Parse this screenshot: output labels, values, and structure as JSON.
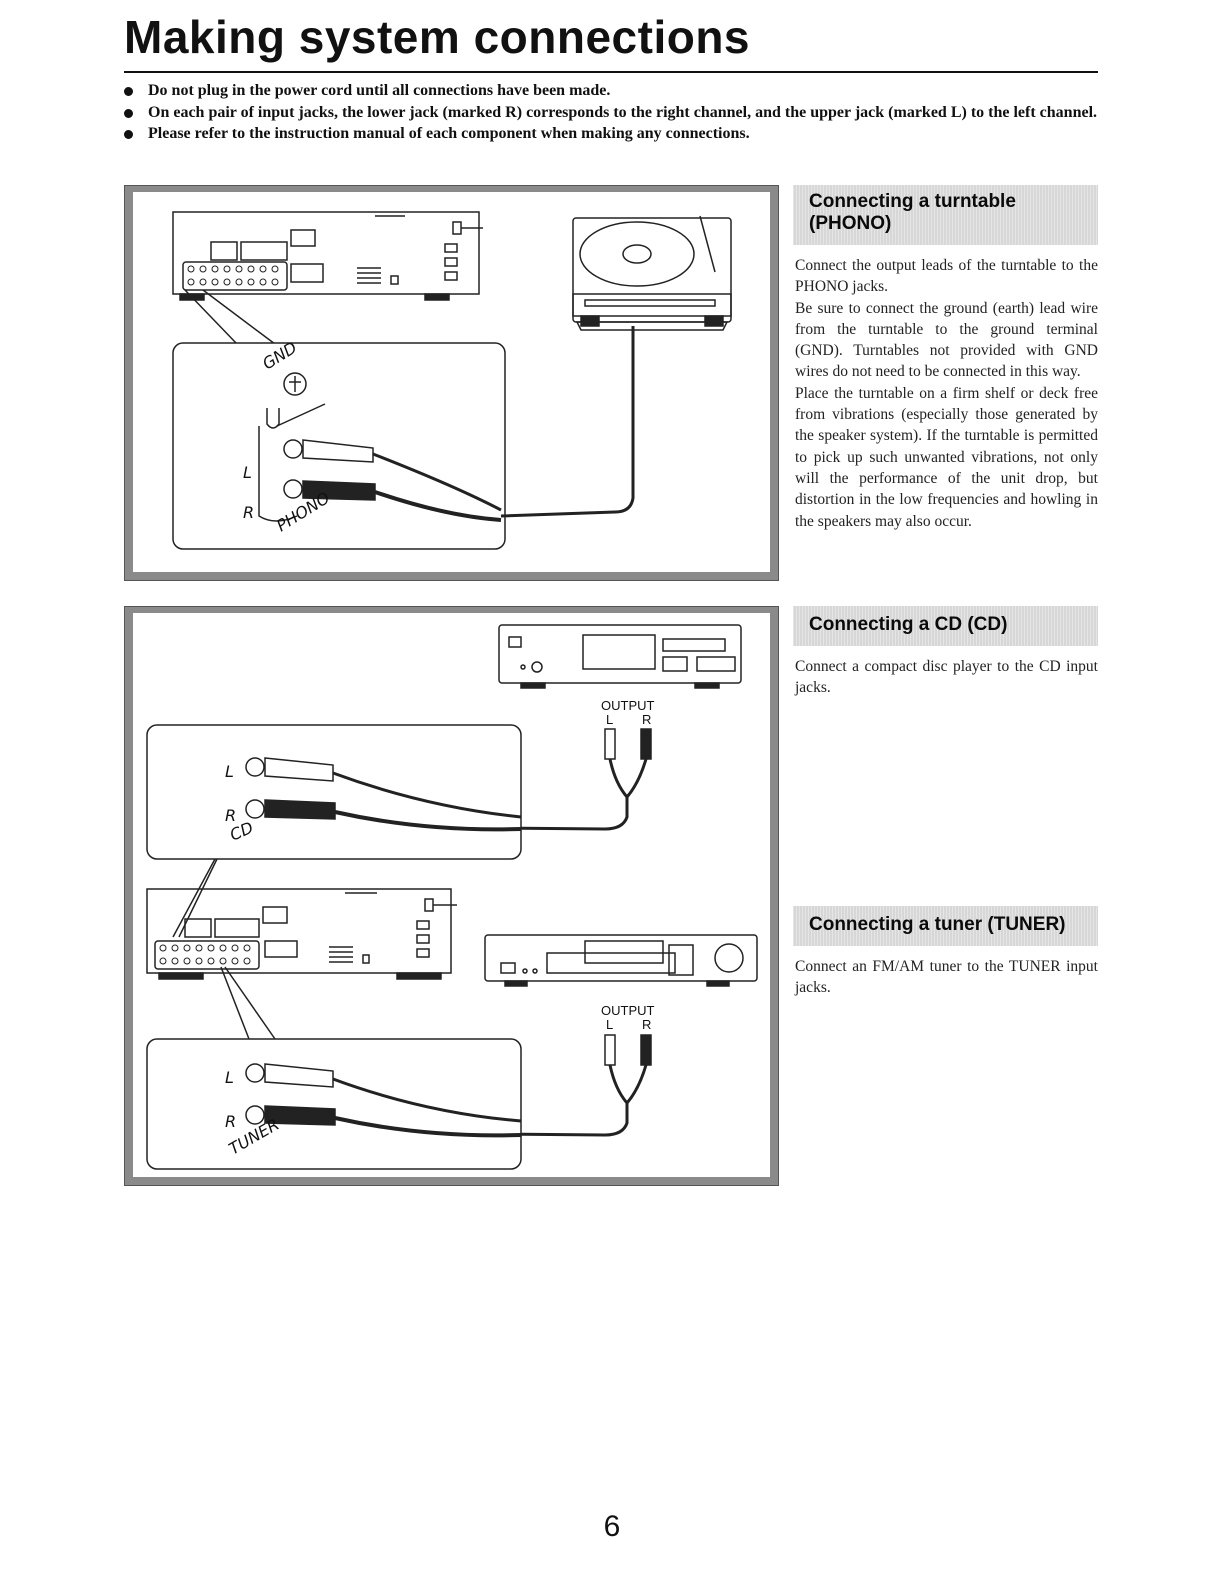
{
  "page": {
    "title": "Making system connections",
    "bullets": [
      "Do not plug in the power cord until all connections have been made.",
      "On each pair of input jacks, the lower jack (marked R) corresponds to the right channel, and the upper jack (marked L) to the left channel.",
      "Please refer to the instruction manual of each component when making any connections."
    ],
    "page_number": "6"
  },
  "sections": [
    {
      "heading": "Connecting a turntable (PHONO)",
      "paragraphs": [
        "Connect the output leads of the turntable to the PHONO jacks.",
        "Be sure to connect the ground (earth) lead wire from the turntable to the ground terminal (GND). Turntables not provided with GND wires do not need to be connected in this way.",
        "Place the turntable on a firm shelf or deck free from vibrations (especially those generated by the speaker system). If the turntable is permitted to pick up such unwanted vibrations, not only will the performance of the unit drop, but distortion in the low frequencies and howling in the speakers may also occur."
      ]
    },
    {
      "heading": "Connecting a CD (CD)",
      "paragraphs": [
        "Connect a compact disc player to the CD input jacks."
      ]
    },
    {
      "heading": "Connecting a tuner (TUNER)",
      "paragraphs": [
        "Connect an FM/AM tuner to the TUNER input jacks."
      ]
    }
  ],
  "diagrams": {
    "turntable": {
      "gnd": "GND",
      "left": "L",
      "right": "R",
      "jack_label": "PHONO"
    },
    "cd": {
      "output": "OUTPUT",
      "left": "L",
      "right": "R",
      "jack_left": "L",
      "jack_right": "R",
      "jack_label": "CD"
    },
    "tuner": {
      "output": "OUTPUT",
      "left": "L",
      "right": "R",
      "jack_left": "L",
      "jack_right": "R",
      "jack_label": "TUNER"
    }
  }
}
